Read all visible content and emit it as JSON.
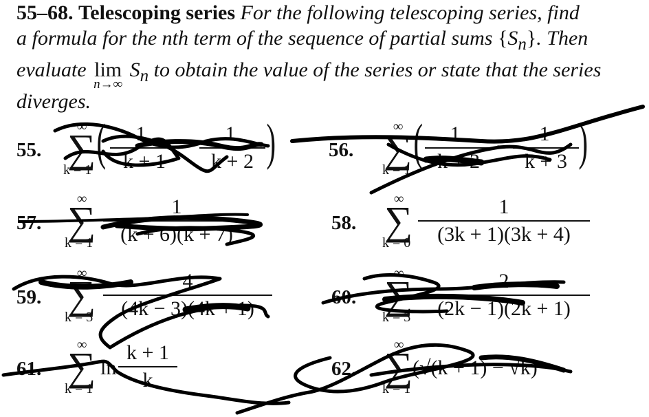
{
  "intro": {
    "range": "55–68.",
    "heading": "Telescoping series",
    "line1": "For the following telescoping series, find",
    "line2a": "a formula for the nth term of the sequence of partial sums ",
    "set_open": "{",
    "set_var": "S",
    "set_sub": "n",
    "set_close": "}",
    "line2b": ". Then",
    "line3a": "evaluate ",
    "lim_word": "lim",
    "lim_sub": "n→∞",
    "lim_var": "S",
    "lim_var_sub": "n",
    "line3b": " to obtain the value of the series or state that the series",
    "line4": "diverges."
  },
  "problems": [
    {
      "number": "55.",
      "upper": "∞",
      "lower": "k = 1",
      "num1": "1",
      "den1": "k + 1",
      "num2": "1",
      "den2": "k + 2"
    },
    {
      "number": "56.",
      "upper": "∞",
      "lower": "k = 1",
      "num1": "1",
      "den1": "k + 2",
      "num2": "1",
      "den2": "k + 3"
    },
    {
      "number": "57.",
      "upper": "∞",
      "lower": "k = 1",
      "num": "1",
      "den": "(k + 6)(k + 7)"
    },
    {
      "number": "58.",
      "upper": "∞",
      "lower": "k = 0",
      "num": "1",
      "den": "(3k + 1)(3k + 4)"
    },
    {
      "number": "59.",
      "upper": "∞",
      "lower": "k = 3",
      "num": "4",
      "den": "(4k − 3)(4k + 1)"
    },
    {
      "number": "60.",
      "upper": "∞",
      "lower": "k = 3",
      "num": "2",
      "den": "(2k − 1)(2k + 1)"
    },
    {
      "number": "61.",
      "upper": "∞",
      "lower": "k = 1",
      "func": "ln",
      "num": "k + 1",
      "den": "k"
    },
    {
      "number": "62.",
      "upper": "∞",
      "lower": "k = 1",
      "expr": "(√(k + 1) − √k)"
    }
  ]
}
